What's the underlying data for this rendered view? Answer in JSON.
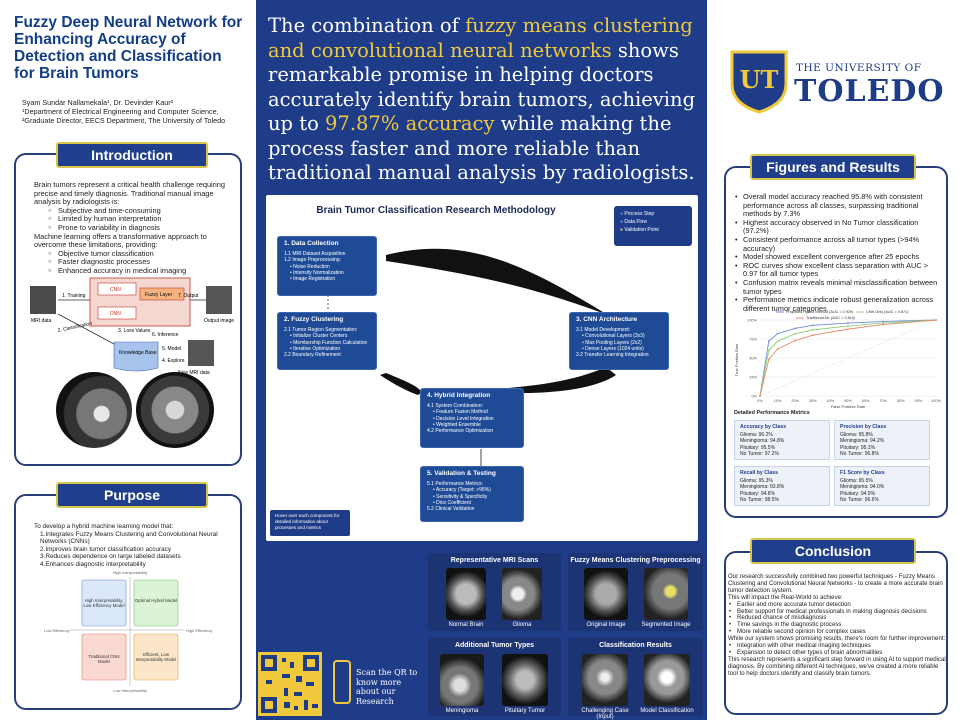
{
  "poster": {
    "title": "Fuzzy Deep Neural Network for Enhancing Accuracy of Detection and Classification for Brain Tumors",
    "authors": "Syam Sundar Nallamekala¹, Dr. Devinder Kaur²",
    "affiliation": "¹Department of Electrical Engineering and Computer Science, ²Graduate Director, EECS Department, The University of Toledo"
  },
  "introduction": {
    "heading": "Introduction",
    "p1": "Brain tumors represent a critical health challenge requiring precise and timely diagnosis. Traditional manual image analysis by radiologists is:",
    "issues": [
      "Subjective and time-consuming",
      "Limited by human interpretation",
      "Prone to variability in diagnosis"
    ],
    "p2": "Machine learning offers a transformative approach to overcome these limitations, providing:",
    "benefits": [
      "Objective tumor classification",
      "Faster diagnostic processes",
      "Enhanced accuracy in medical imaging"
    ],
    "diagram": {
      "mri_data": "MRI data",
      "training": "1. Training",
      "cnn": "CNN",
      "fuzzy_layer": "Fuzzy Layer",
      "output": "7. Output",
      "output_image": "Output image",
      "dnn": "DNN",
      "loss_values": "3. Loss Values",
      "inference": "6. Inference",
      "classification": "2. Classification",
      "model": "5. Model",
      "kb": "Knowledge Base",
      "explore": "4. Explore",
      "new_mri": "New MRI data"
    }
  },
  "purpose": {
    "heading": "Purpose",
    "intro": "To develop a hybrid machine learning model that:",
    "items": [
      "1.Integrates Fuzzy Means Clustering and Convolutional Neural Networks (CNNs)",
      "2.Improves brain tumor classification accuracy",
      "3.Reduces dependence on large labeled datasets",
      "4.Enhances diagnostic interpretability"
    ],
    "quad": {
      "top": "High Interpretability",
      "bottom": "Low Interpretability",
      "left": "Low Efficiency",
      "right": "High Efficiency",
      "q1": "High Interpretability, Low Efficiency Model",
      "q2": "Optimal Hybrid Model",
      "q3": "Traditional CNN Model",
      "q4": "Efficient, Low Interpretability Model"
    }
  },
  "headline": {
    "p1": "The combination of ",
    "h1": "fuzzy means clustering and convolutional neural networks",
    "p2": " shows remarkable promise in helping doctors accurately identify brain tumors, achieving up to ",
    "h2": "97.87% accuracy",
    "p3": " while making the process faster and more reliable than traditional manual analysis by radiologists."
  },
  "methodology": {
    "title": "Brain Tumor Classification Research Methodology",
    "legend": [
      "Process Step",
      "Data Flow",
      "Validation Point"
    ],
    "legend_colors": [
      "#3b8fe8",
      "#4ea3f2",
      "#f0c93c"
    ],
    "hover_note": "Hover over each component for detailed information about processes and metrics",
    "steps": [
      {
        "title": "1. Data Collection",
        "lines": [
          "1.1 MRI Dataset Acquisition",
          "1.2 Image Preprocessing:",
          "• Noise Reduction",
          "• Intensity Normalization",
          "• Image Registration"
        ]
      },
      {
        "title": "2. Fuzzy Clustering",
        "lines": [
          "2.1 Tumor Region Segmentation:",
          "• Initialize Cluster Centers",
          "• Membership Function Calculation",
          "• Iterative Optimization",
          "2.2 Boundary Refinement"
        ]
      },
      {
        "title": "3. CNN Architecture",
        "lines": [
          "3.1 Model Development:",
          "• Convolutional Layers (3x3)",
          "• Max Pooling Layers (2x2)",
          "• Dense Layers (1024 units)",
          "3.2 Transfer Learning Integration"
        ]
      },
      {
        "title": "4. Hybrid Integration",
        "lines": [
          "4.1 System Combination:",
          "• Feature Fusion Method",
          "• Decision Level Integration",
          "• Weighted Ensemble",
          "4.2 Performance Optimization"
        ]
      },
      {
        "title": "5. Validation & Testing",
        "lines": [
          "5.1 Performance Metrics:",
          "• Accuracy (Target: >95%)",
          "• Sensitivity & Specificity",
          "• Dice Coefficient",
          "5.2 Clinical Validation"
        ]
      }
    ]
  },
  "gallery": {
    "mri_title": "Representative MRI Scans",
    "mri_labels": [
      "Normal Brain",
      "Glioma"
    ],
    "fcm_title": "Fuzzy Means Clustering Preprocessing",
    "fcm_labels": [
      "Original Image",
      "Segmented Image"
    ],
    "types_title": "Additional Tumor Types",
    "types_labels": [
      "Meningioma",
      "Pituitary Tumor"
    ],
    "results_title": "Classification Results",
    "results_labels": [
      "Challenging Case (Input)",
      "Model Classification"
    ]
  },
  "qr_text": "Scan the QR to know more about our Research",
  "university": {
    "name_top": "THE UNIVERSITY OF",
    "name_big": "TOLEDO",
    "mark": "UT"
  },
  "results": {
    "heading": "Figures and Results",
    "bullets": [
      "Overall model accuracy reached 95.8% with consistent performance across all classes, surpassing traditional methods by 7.3%",
      "Highest accuracy observed in No Tumor classification (97.2%)",
      "Consistent performance across all tumor types (>94% accuracy)",
      "Model showed excellent convergence after 25 epochs",
      "ROC curves show excellent class separation with AUC > 0.97 for all tumor types",
      "Confusion matrix reveals minimal misclassification between tumor types",
      "Performance metrics indicate robust generalization across different tumor categories"
    ],
    "metrics_title": "Detailed Performance Metrics",
    "metrics": [
      {
        "title": "Accuracy by Class",
        "rows": [
          "Glioma: 96.2%",
          "Meningioma: 94.8%",
          "Pituitary: 95.5%",
          "No Tumor: 97.2%"
        ]
      },
      {
        "title": "Precision by Class",
        "rows": [
          "Glioma: 95.8%",
          "Meningioma: 94.2%",
          "Pituitary: 95.1%",
          "No Tumor: 96.8%"
        ]
      },
      {
        "title": "Recall by Class",
        "rows": [
          "Glioma: 95.3%",
          "Meningioma: 93.8%",
          "Pituitary: 94.8%",
          "No Tumor: 98.5%"
        ]
      },
      {
        "title": "F1 Score by Class",
        "rows": [
          "Glioma: 95.5%",
          "Meningioma: 94.0%",
          "Pituitary: 94.9%",
          "No Tumor: 96.6%"
        ]
      }
    ]
  },
  "chart_data": {
    "type": "line",
    "xlabel": "False Positive Rate",
    "ylabel": "True Positive Rate",
    "x_ticks": [
      "0%",
      "10%",
      "20%",
      "30%",
      "40%",
      "50%",
      "60%",
      "70%",
      "80%",
      "90%",
      "100%"
    ],
    "y_ticks": [
      "0%",
      "25%",
      "50%",
      "75%",
      "100%"
    ],
    "xlim": [
      0,
      100
    ],
    "ylim": [
      0,
      100
    ],
    "series": [
      {
        "name": "Proposed Hybrid Method (AUC = 0.929)",
        "color": "#6b8fd6",
        "x": [
          0,
          5,
          10,
          20,
          30,
          50,
          70,
          100
        ],
        "y": [
          0,
          72,
          82,
          89,
          93,
          96,
          98,
          100
        ]
      },
      {
        "name": "CNN Only (AUC = 0.871)",
        "color": "#8fd07a",
        "x": [
          0,
          5,
          10,
          20,
          30,
          50,
          70,
          100
        ],
        "y": [
          0,
          60,
          72,
          82,
          87,
          92,
          96,
          100
        ]
      },
      {
        "name": "Traditional ML (AUC = 0.815)",
        "color": "#e88a6a",
        "x": [
          0,
          5,
          10,
          20,
          30,
          50,
          70,
          100
        ],
        "y": [
          0,
          48,
          62,
          73,
          80,
          88,
          94,
          100
        ]
      }
    ]
  },
  "conclusion": {
    "heading": "Conclusion",
    "p1": "Our research successfully combined two powerful techniques - Fuzzy Means Clustering and Convolutional Neural Networks - to create a more accurate brain tumor detection system.",
    "p2": "This will impact the Real-World to achieve:",
    "impacts": [
      "Earlier and more accurate tumor detection",
      "Better support for medical professionals in making diagnosis decisions",
      "Reduced chance of misdiagnosis",
      "Time savings in the diagnostic process",
      "More reliable second opinion for complex cases"
    ],
    "p3": "While our system shows promising results, there's room for further improvement:",
    "future": [
      "Integration with other medical imaging techniques",
      "Expansion to detect other types of brain abnormalities"
    ],
    "p4": "This research represents a significant step forward in using AI to support medical diagnosis. By combining different AI techniques, we've created a more reliable tool to help doctors identify and classify brain tumors."
  }
}
